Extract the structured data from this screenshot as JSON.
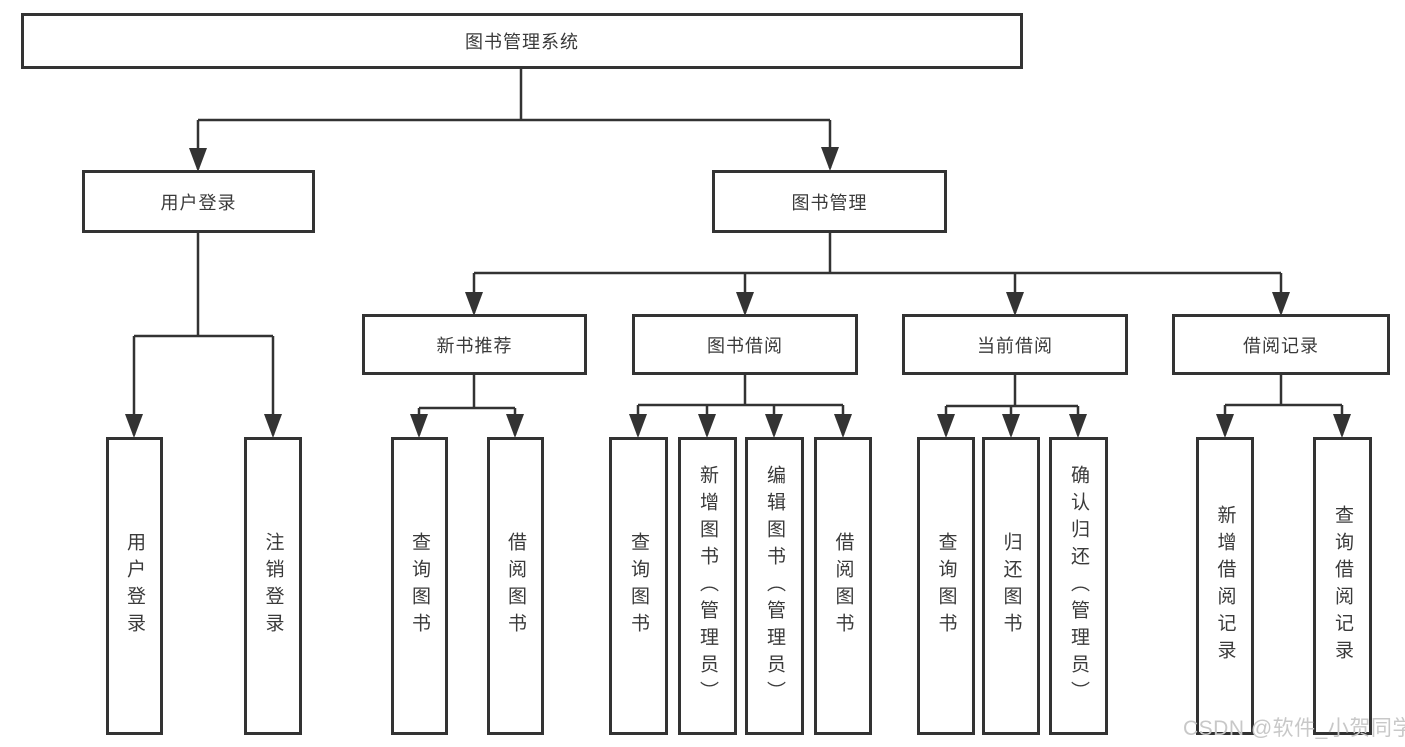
{
  "diagram": {
    "root": {
      "label": "图书管理系统"
    },
    "branches": [
      {
        "label": "用户登录",
        "leaves": [
          {
            "label": "用户登录"
          },
          {
            "label": "注销登录"
          }
        ]
      },
      {
        "label": "图书管理",
        "groups": [
          {
            "label": "新书推荐",
            "leaves": [
              {
                "label": "查询图书"
              },
              {
                "label": "借阅图书"
              }
            ]
          },
          {
            "label": "图书借阅",
            "leaves": [
              {
                "label": "查询图书"
              },
              {
                "label": "新增图书（管理员）"
              },
              {
                "label": "编辑图书（管理员）"
              },
              {
                "label": "借阅图书"
              }
            ]
          },
          {
            "label": "当前借阅",
            "leaves": [
              {
                "label": "查询图书"
              },
              {
                "label": "归还图书"
              },
              {
                "label": "确认归还（管理员）"
              }
            ]
          },
          {
            "label": "借阅记录",
            "leaves": [
              {
                "label": "新增借阅记录"
              },
              {
                "label": "查询借阅记录"
              }
            ]
          }
        ]
      }
    ]
  },
  "watermark": "CSDN @软件_小贺同学",
  "colors": {
    "line": "#333333",
    "text": "#3a3a3a",
    "watermark": "#c8c8c8",
    "background": "#ffffff"
  }
}
